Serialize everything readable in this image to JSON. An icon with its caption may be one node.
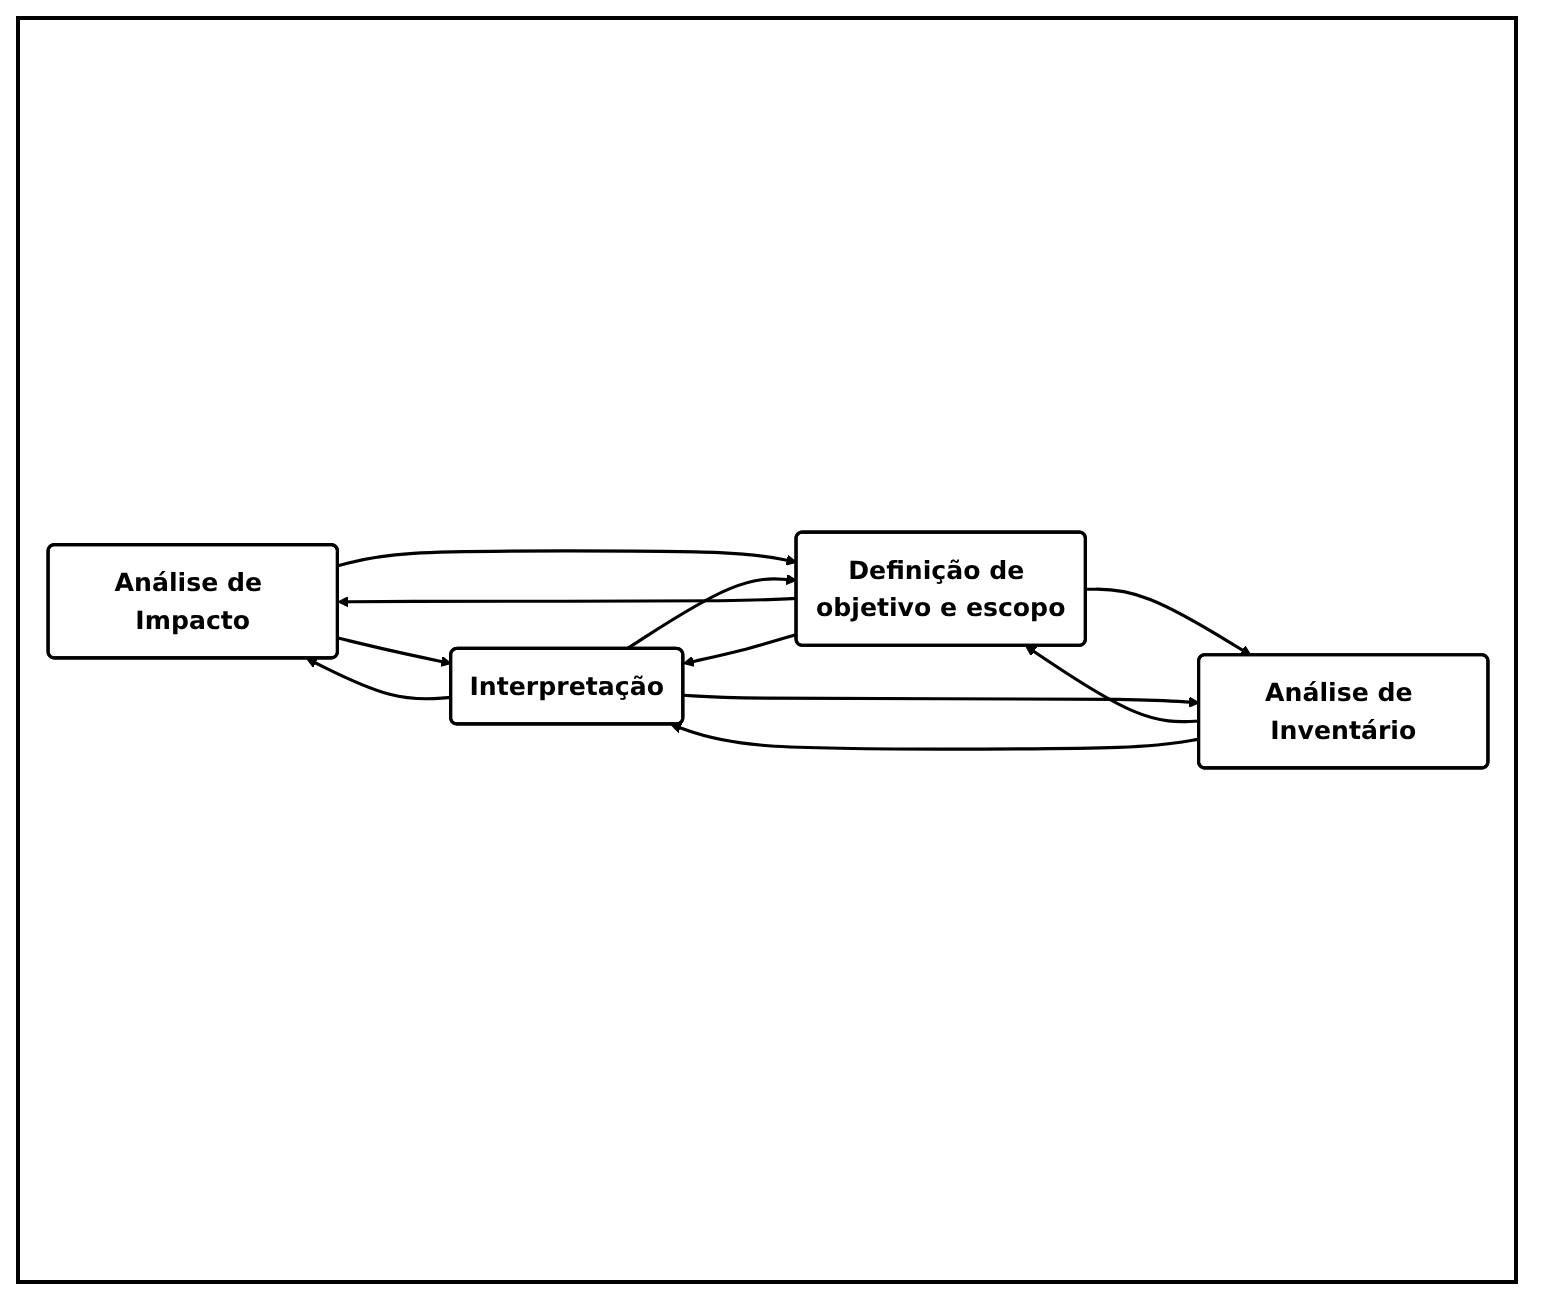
{
  "diagram": {
    "nodes": [
      {
        "text": [
          "Análise de Impacto"
        ]
      },
      {
        "text": [
          "Definição de objetivo e escopo"
        ]
      },
      {
        "text": [
          "Análise de Inventário"
        ]
      },
      {
        "text": [
          "Interpretação"
        ]
      }
    ],
    "edges": [
      {
        "from": 3,
        "to": 0,
        "arrow": "to"
      },
      {
        "from": 0,
        "to": 3,
        "arrow": "to"
      },
      {
        "from": 1,
        "to": 0,
        "arrow": "to"
      },
      {
        "from": 0,
        "to": 1,
        "arrow": "to"
      },
      {
        "from": 1,
        "to": 3,
        "arrow": "to"
      },
      {
        "from": 3,
        "to": 1,
        "arrow": "to"
      },
      {
        "from": 2,
        "to": 1,
        "arrow": "to"
      },
      {
        "from": 1,
        "to": 2,
        "arrow": "to"
      },
      {
        "from": 2,
        "to": 3,
        "arrow": "to"
      },
      {
        "from": 3,
        "to": 2,
        "arrow": "to"
      }
    ]
  }
}
